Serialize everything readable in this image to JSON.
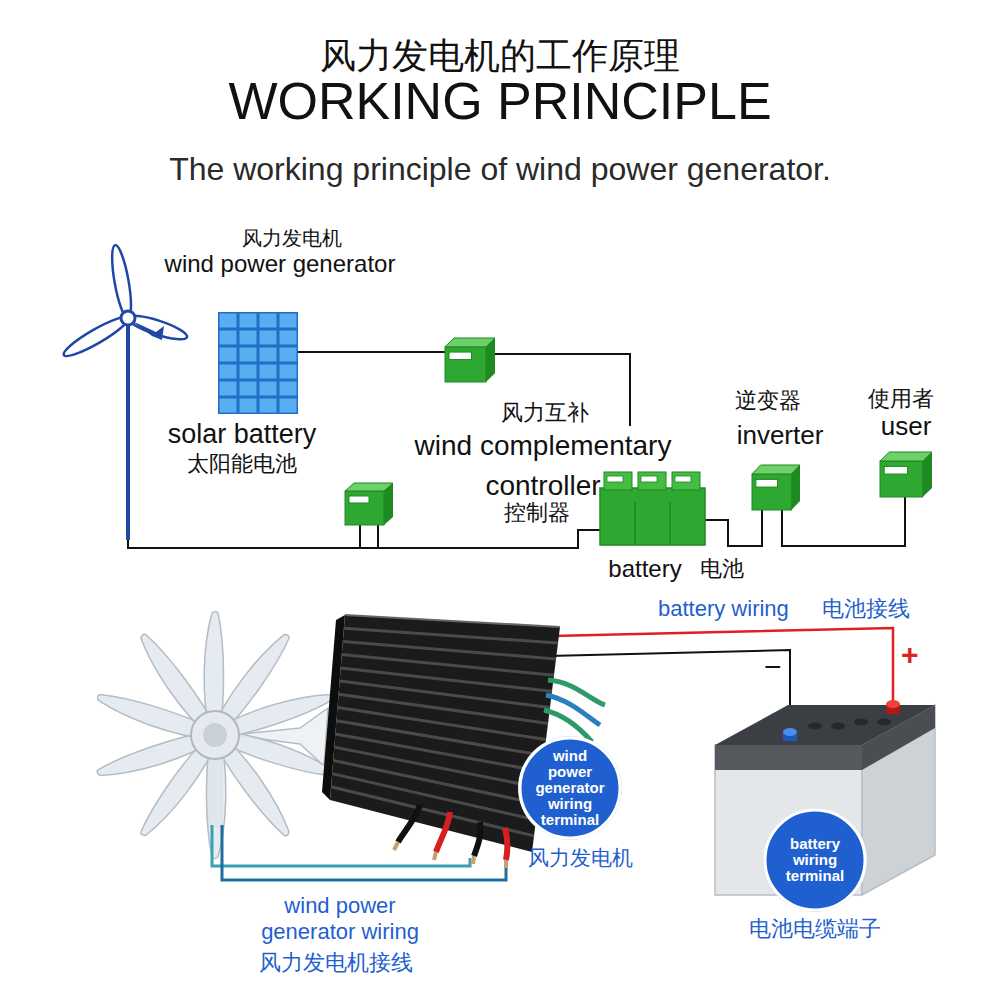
{
  "diagram": {
    "title": "WORKING PRINCIPLE",
    "nodes": [
      {
        "text": [
          "风力发电机",
          "wind power generator"
        ]
      },
      {
        "text": [
          "solar battery",
          "太阳能电池"
        ]
      },
      {
        "text": [
          "风力互补",
          "wind complementary controller",
          "控制器"
        ]
      },
      {
        "text": [
          "battery",
          "电池"
        ]
      },
      {
        "text": [
          "逆变器",
          "inverter"
        ]
      },
      {
        "text": [
          "使用者",
          "user"
        ]
      },
      {
        "text": [
          "wind power generator wiring terminal",
          "风力发电机"
        ]
      },
      {
        "text": [
          "battery wiring terminal",
          "电池电缆端子"
        ]
      }
    ],
    "edges": [
      {
        "from": 1,
        "to": 2,
        "arrow": "none"
      },
      {
        "from": 2,
        "to": 3,
        "arrow": "none"
      },
      {
        "from": 0,
        "to": 3,
        "arrow": "none"
      },
      {
        "from": 3,
        "to": 4,
        "arrow": "none"
      },
      {
        "from": 4,
        "to": 5,
        "arrow": "none"
      }
    ],
    "labels": [
      "风力发电机的工作原理",
      "The working principle of wind power generator.",
      "battery wiring",
      "电池接线",
      "−",
      "+",
      "wind power generator wiring",
      "风力发电机接线"
    ]
  }
}
